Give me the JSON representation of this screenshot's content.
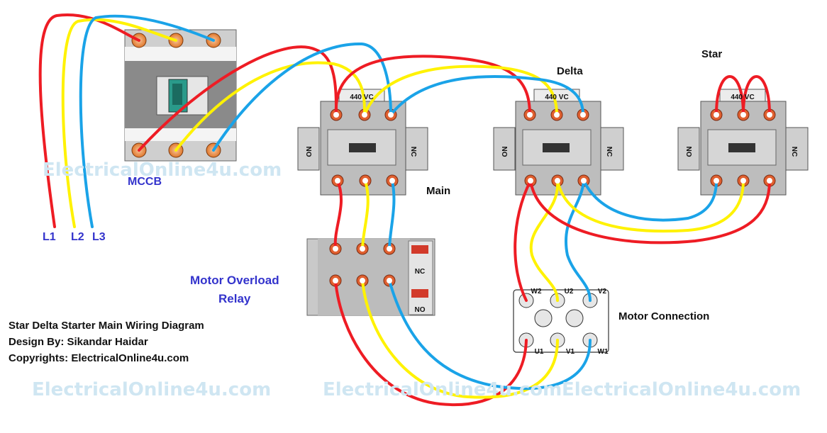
{
  "labels": {
    "mccb": "MCCB",
    "main": "Main",
    "delta": "Delta",
    "star": "Star",
    "overload_line1": "Motor Overload",
    "overload_line2": "Relay",
    "motor_connection": "Motor Connection",
    "l1": "L1",
    "l2": "L2",
    "l3": "L3",
    "coil_voltage": "440 VC",
    "no": "NO",
    "nc": "NC"
  },
  "motor_terminals": {
    "top": [
      "W2",
      "U2",
      "V2"
    ],
    "bottom": [
      "U1",
      "V1",
      "W1"
    ]
  },
  "credits": {
    "title": "Star Delta Starter Main Wiring Diagram",
    "design": "Design By: Sikandar Haidar",
    "copyright": "Copyrights: ElectricalOnline4u.com"
  },
  "watermark": "ElectricalOnline4u.com",
  "colors": {
    "wire_red": "#ee1c24",
    "wire_yellow": "#fff200",
    "wire_blue": "#1aa3e8",
    "label_blue": "#3333cc"
  }
}
